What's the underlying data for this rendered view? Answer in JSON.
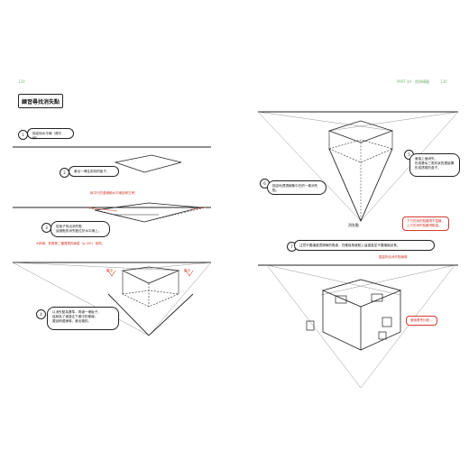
{
  "header": {
    "left_page_number": "130",
    "right_section": "PART 4A",
    "right_chapter": "透視構圖",
    "right_page_number": "130"
  },
  "left_page": {
    "title": "練習尋找消失點",
    "steps": [
      {
        "num": "1",
        "text": "描定地水平線（視平線）。"
      },
      {
        "num": "2",
        "text": "畫出一塊往前扣的板子。"
      },
      {
        "num": "3",
        "text": "從板子找出消失點\n這個點的消失點位於水平線上。"
      },
      {
        "num": "4",
        "text": "以消失點為基準，再畫一塊板子，\n這就為了畫盒往下畫中的條線，\n要延伸邊線條，畫出箱的。"
      }
    ],
    "annotations": {
      "parallel_note": "兩平行的邊線朝水平線延伸交會！",
      "ref_note": "※詳細：參照第二種透視的練習（p.161）相同。",
      "vp_left": "集中",
      "vp_right": "集中"
    }
  },
  "right_page": {
    "steps": [
      {
        "num": "5",
        "text": "畫接上個消失，\n形成看似三角形狀的連接構\n形成透視的盒子。"
      },
      {
        "num": "6",
        "text": "描定地透視線集中在的一條消失點。"
      },
      {
        "num": "7",
        "text": "注意不要讓邊透視線的角度，在確保角度點上這邊盒並不要讓面延長。"
      }
    ],
    "labels": {
      "vp_center": "消失點",
      "note_red_box": "下方的消失點離得不遠離，\n上方的消失點離得較遠。",
      "note_red": "盡量吻合消失點線條",
      "note_red_2": "畫面看會比較…"
    }
  },
  "colors": {
    "accent": "#7fb77a",
    "red": "#d4392f",
    "ink": "#222222"
  }
}
